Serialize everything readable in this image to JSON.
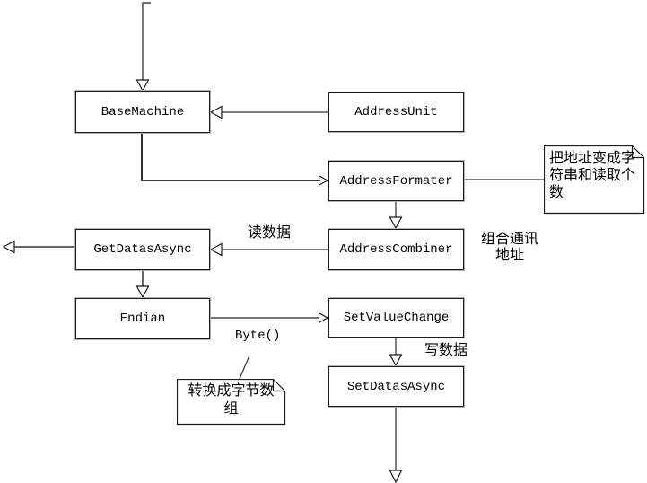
{
  "diagram": {
    "nodes": [
      {
        "id": "base-machine",
        "label": "BaseMachine"
      },
      {
        "id": "address-unit",
        "label": "AddressUnit"
      },
      {
        "id": "address-formater",
        "label": "AddressFormater"
      },
      {
        "id": "address-combiner",
        "label": "AddressCombiner"
      },
      {
        "id": "get-datas-async",
        "label": "GetDatasAsync"
      },
      {
        "id": "endian",
        "label": "Endian"
      },
      {
        "id": "set-value-change",
        "label": "SetValueChange"
      },
      {
        "id": "set-datas-async",
        "label": "SetDatasAsync"
      }
    ],
    "notes": [
      {
        "id": "address-string-note",
        "text": "把地址变成字符串和读取个数"
      },
      {
        "id": "byte-array-note",
        "text": "转换成字节数组"
      }
    ],
    "edge_labels": {
      "read_data": "读数据",
      "combine_address": "组合通讯\n地址",
      "byte_call": "Byte()",
      "write_data": "写数据"
    },
    "colors": {
      "background": "#ffffff",
      "node_fill": "#ffffff",
      "node_border": "#1a1a1a",
      "node_outer_outline": "#b3b3b3",
      "generalization_line": "#808080",
      "dependency_line": "#1a1a1a",
      "note_link_line": "#333333"
    }
  }
}
